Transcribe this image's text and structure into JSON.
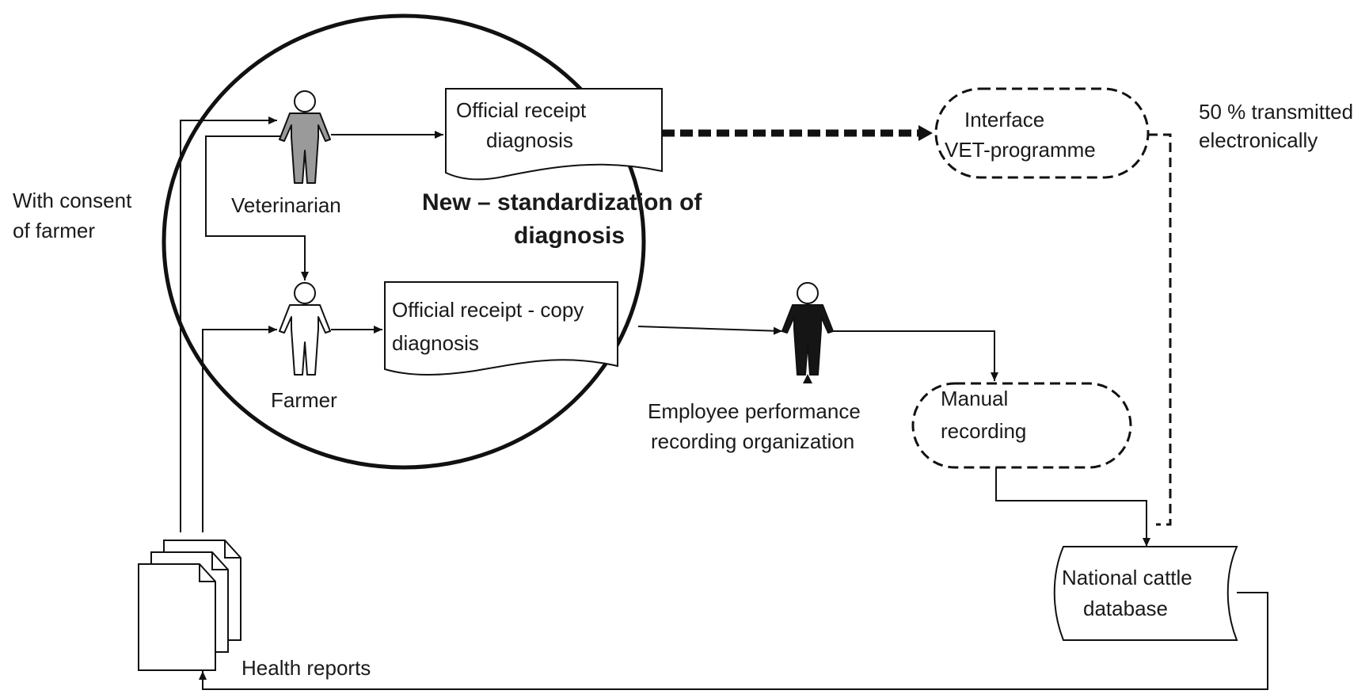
{
  "labels": {
    "veterinarian": "Veterinarian",
    "farmer": "Farmer",
    "employee_line1": "Employee performance",
    "employee_line2": "recording organization",
    "consent_line1": "With consent",
    "consent_line2": "of farmer",
    "health_reports": "Health reports",
    "new_standard_line1": "New – standardization of",
    "new_standard_line2": "diagnosis",
    "transmitted_line1": "50 % transmitted",
    "transmitted_line2": "electronically"
  },
  "documents": {
    "official_receipt": {
      "line1": "Official  receipt",
      "line2": "diagnosis"
    },
    "official_copy": {
      "line1": "Official receipt - copy",
      "line2": "diagnosis"
    }
  },
  "processes": {
    "interface": {
      "line1": "Interface",
      "line2": "VET-programme"
    },
    "manual": {
      "line1": "Manual",
      "line2": "recording"
    }
  },
  "database": {
    "line1": "National cattle",
    "line2": "database"
  },
  "icons": {
    "veterinarian": "person-icon-grey",
    "farmer": "person-icon-white",
    "employee": "person-icon-black",
    "health_reports": "stacked-documents-icon"
  },
  "colors": {
    "veterinarian_fill": "#9a9a9a",
    "farmer_fill": "#ffffff",
    "employee_fill": "#151515"
  }
}
